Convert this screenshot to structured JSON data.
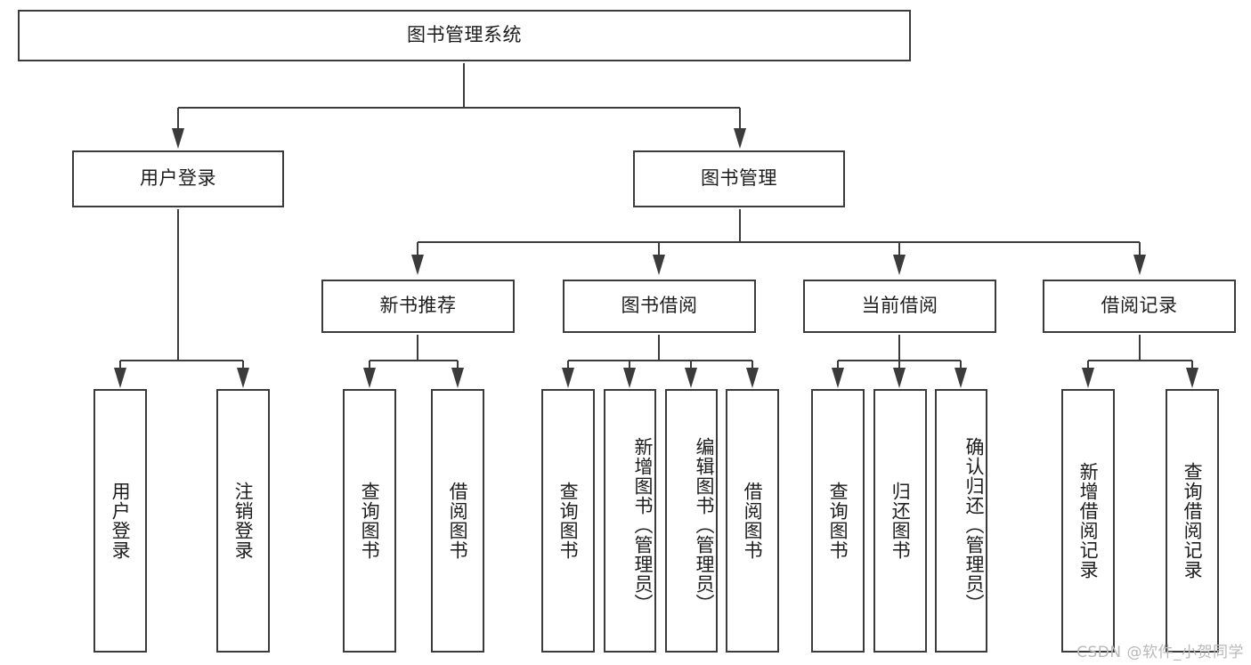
{
  "diagram": {
    "type": "tree-hierarchy-chart",
    "title": "图书管理系统",
    "orientation": "top-down",
    "colors": {
      "border": "#3b3b3b",
      "box_fill": "#ffffff",
      "text": "#1d1d1d",
      "background": "#ffffff",
      "watermark": "#b9b9b9"
    },
    "root": {
      "label": "图书管理系统"
    },
    "level2": [
      {
        "id": "user-login",
        "label": "用户登录"
      },
      {
        "id": "book-management",
        "label": "图书管理"
      }
    ],
    "level3": [
      {
        "id": "new-book-recommend",
        "label": "新书推荐",
        "parent": "book-management"
      },
      {
        "id": "book-borrow",
        "label": "图书借阅",
        "parent": "book-management"
      },
      {
        "id": "current-borrow",
        "label": "当前借阅",
        "parent": "book-management"
      },
      {
        "id": "borrow-record",
        "label": "借阅记录",
        "parent": "book-management"
      }
    ],
    "leaves": {
      "user_login": [
        {
          "id": "leaf-user-login",
          "label": "用户登录"
        },
        {
          "id": "leaf-logout-login",
          "label": "注销登录"
        }
      ],
      "new_book_recommend": [
        {
          "id": "leaf-query-book-1",
          "label": "查询图书"
        },
        {
          "id": "leaf-borrow-book-1",
          "label": "借阅图书"
        }
      ],
      "book_borrow": [
        {
          "id": "leaf-query-book-2",
          "label": "查询图书"
        },
        {
          "id": "leaf-add-book",
          "label": "新增图书（管理员）"
        },
        {
          "id": "leaf-edit-book",
          "label": "编辑图书（管理员）"
        },
        {
          "id": "leaf-borrow-book-2",
          "label": "借阅图书"
        }
      ],
      "current_borrow": [
        {
          "id": "leaf-query-book-3",
          "label": "查询图书"
        },
        {
          "id": "leaf-return-book",
          "label": "归还图书"
        },
        {
          "id": "leaf-confirm-return",
          "label": "确认归还（管理员）"
        }
      ],
      "borrow_record": [
        {
          "id": "leaf-add-record",
          "label": "新增借阅记录"
        },
        {
          "id": "leaf-query-record",
          "label": "查询借阅记录"
        }
      ]
    }
  },
  "watermark": {
    "text": "CSDN @软件_小贺同学"
  }
}
